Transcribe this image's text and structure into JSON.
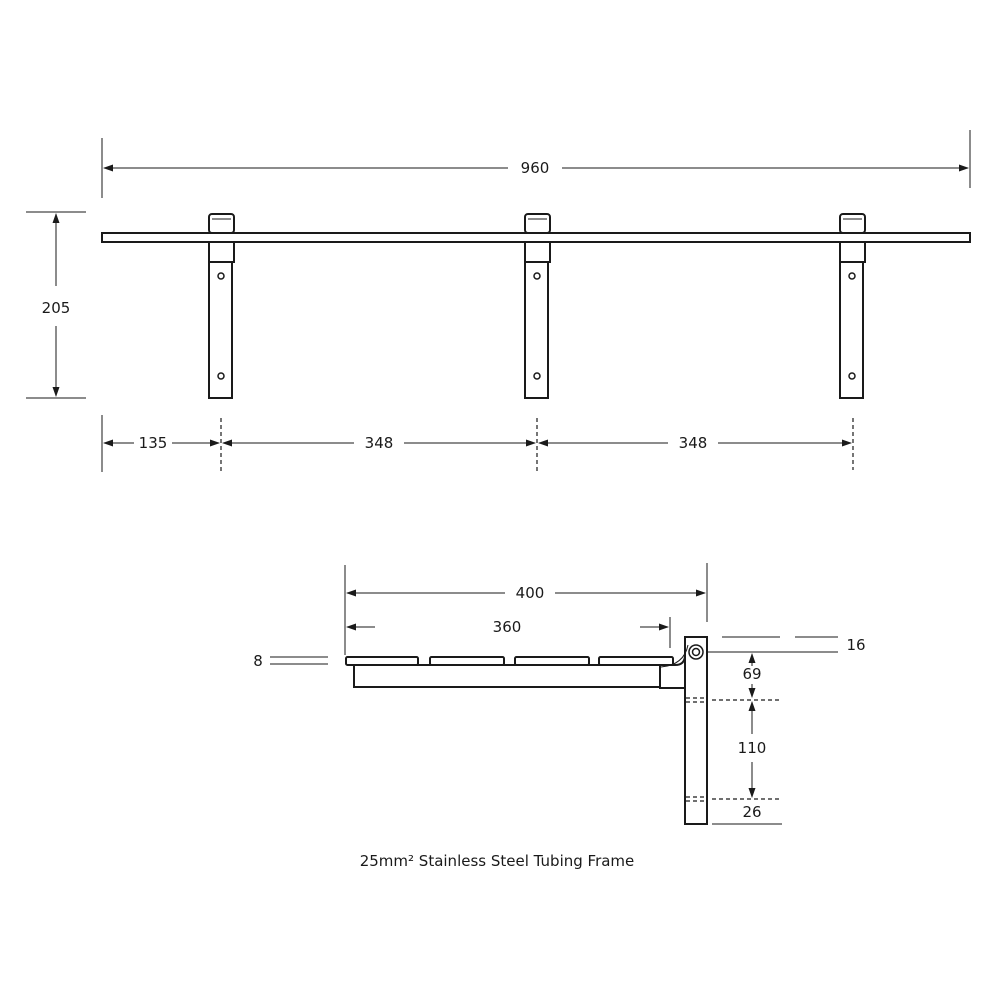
{
  "top_view": {
    "overall_width": "960",
    "height": "205",
    "edge_offset": "135",
    "spacing_left": "348",
    "spacing_right": "348"
  },
  "side_view": {
    "seat_depth": "400",
    "slat_span": "360",
    "slat_thickness": "8",
    "pivot_top": "16",
    "upper_gap": "69",
    "middle_span": "110",
    "lower_gap": "26"
  },
  "caption": {
    "text": "25mm² Stainless Steel Tubing Frame"
  },
  "colors": {
    "line": "#1a1a1a",
    "background": "#ffffff"
  }
}
